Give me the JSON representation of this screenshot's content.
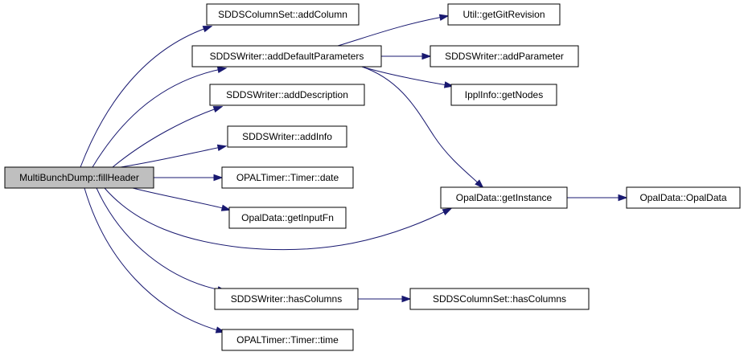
{
  "graph": {
    "root": "MultiBunchDump::fillHeader",
    "nodes": {
      "n_root": "MultiBunchDump::fillHeader",
      "n_addColumn": "SDDSColumnSet::addColumn",
      "n_addDefaultParameters": "SDDSWriter::addDefaultParameters",
      "n_addDescription": "SDDSWriter::addDescription",
      "n_addInfo": "SDDSWriter::addInfo",
      "n_timerDate": "OPALTimer::Timer::date",
      "n_getInputFn": "OpalData::getInputFn",
      "n_hasColumnsWriter": "SDDSWriter::hasColumns",
      "n_timerTime": "OPALTimer::Timer::time",
      "n_getGitRevision": "Util::getGitRevision",
      "n_addParameter": "SDDSWriter::addParameter",
      "n_getNodes": "IpplInfo::getNodes",
      "n_getInstance": "OpalData::getInstance",
      "n_opalDataCtor": "OpalData::OpalData",
      "n_hasColumnsSet": "SDDSColumnSet::hasColumns"
    },
    "edges": [
      [
        "n_root",
        "n_addColumn"
      ],
      [
        "n_root",
        "n_addDefaultParameters"
      ],
      [
        "n_root",
        "n_addDescription"
      ],
      [
        "n_root",
        "n_addInfo"
      ],
      [
        "n_root",
        "n_timerDate"
      ],
      [
        "n_root",
        "n_getInputFn"
      ],
      [
        "n_root",
        "n_getInstance"
      ],
      [
        "n_root",
        "n_hasColumnsWriter"
      ],
      [
        "n_root",
        "n_timerTime"
      ],
      [
        "n_addDefaultParameters",
        "n_getGitRevision"
      ],
      [
        "n_addDefaultParameters",
        "n_addParameter"
      ],
      [
        "n_addDefaultParameters",
        "n_getNodes"
      ],
      [
        "n_addDefaultParameters",
        "n_getInstance"
      ],
      [
        "n_getInstance",
        "n_opalDataCtor"
      ],
      [
        "n_hasColumnsWriter",
        "n_hasColumnsSet"
      ]
    ],
    "colors": {
      "root_fill": "#bfbfbf",
      "node_fill": "#ffffff",
      "edge": "#191970"
    }
  }
}
